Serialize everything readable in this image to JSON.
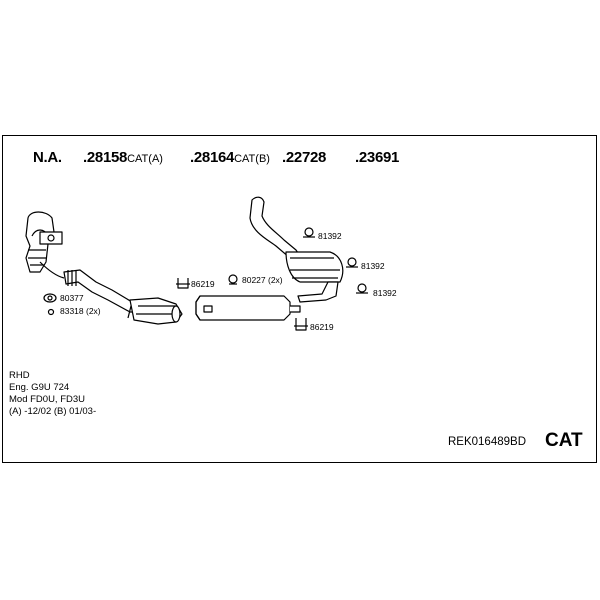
{
  "header": {
    "na": "N.A.",
    "p1_num": ".28158",
    "p1_suf": "CAT(A)",
    "p2_num": ".28164",
    "p2_suf": "CAT(B)",
    "p3": ".22728",
    "p4": ".23691"
  },
  "labels": {
    "l80377": "80377",
    "l83318": "83318 (2x)",
    "l86219a": "86219",
    "l80227": "80227 (2x)",
    "l86219b": "86219",
    "l81392a": "81392",
    "l81392b": "81392",
    "l81392c": "81392"
  },
  "info": {
    "line1": "RHD",
    "line2": "Eng. G9U 724",
    "line3": "Mod FD0U, FD3U",
    "line4": "(A) -12/02 (B) 01/03-"
  },
  "footer": {
    "ref": "REK016489BD",
    "cat": "CAT"
  }
}
